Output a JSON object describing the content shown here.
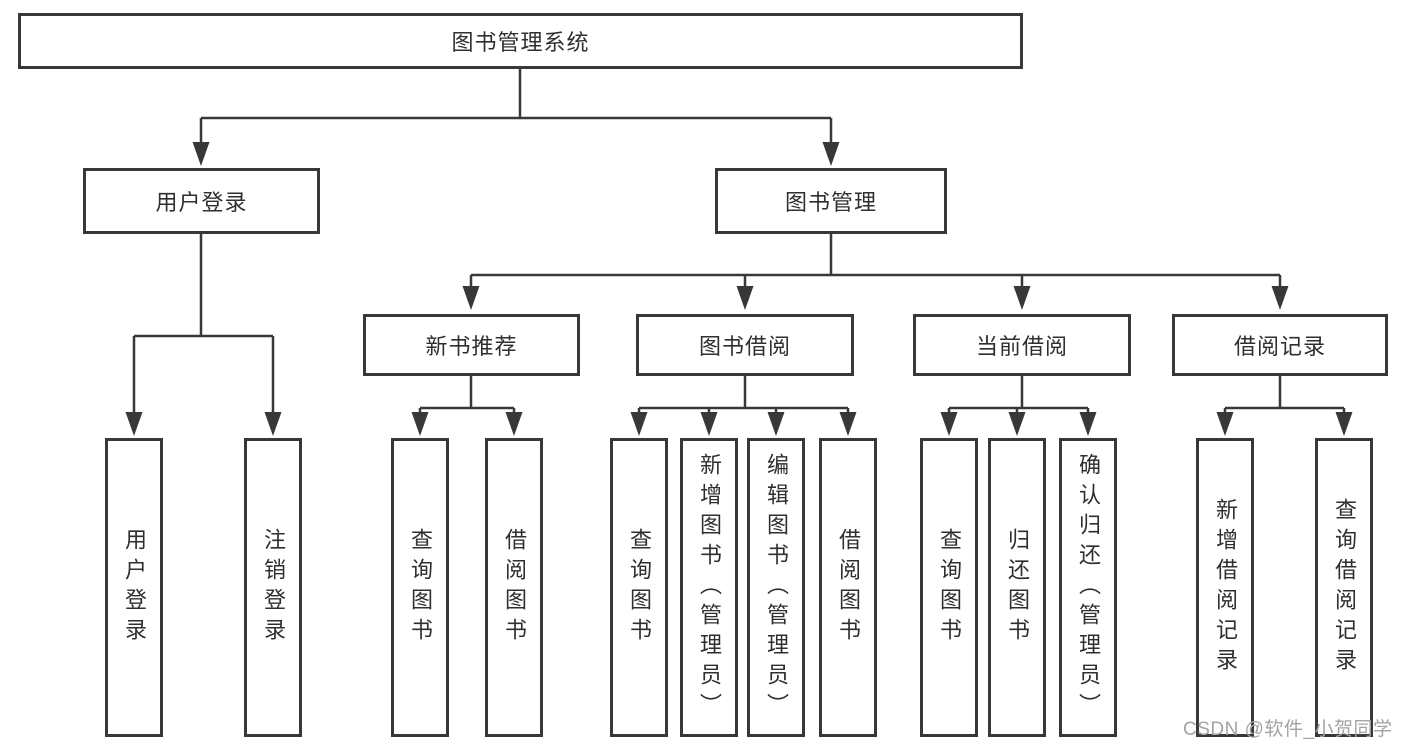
{
  "diagram": {
    "root": "图书管理系统",
    "branches": [
      {
        "label": "用户登录",
        "children": [
          "用户登录",
          "注销登录"
        ]
      },
      {
        "label": "图书管理",
        "groups": [
          {
            "label": "新书推荐",
            "children": [
              "查询图书",
              "借阅图书"
            ]
          },
          {
            "label": "图书借阅",
            "children": [
              "查询图书",
              "新增图书（管理员）",
              "编辑图书（管理员）",
              "借阅图书"
            ]
          },
          {
            "label": "当前借阅",
            "children": [
              "查询图书",
              "归还图书",
              "确认归还（管理员）"
            ]
          },
          {
            "label": "借阅记录",
            "children": [
              "新增借阅记录",
              "查询借阅记录"
            ]
          }
        ]
      }
    ]
  },
  "watermark": "CSDN @软件_小贺同学",
  "colors": {
    "line": "#383838",
    "box_border": "#383838",
    "text": "#2f2f2f",
    "watermark": "#a3a3a3",
    "background": "#ffffff"
  }
}
